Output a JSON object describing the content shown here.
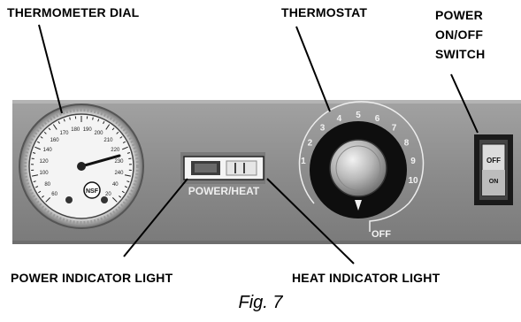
{
  "labels": {
    "thermometer_dial": "THERMOMETER DIAL",
    "thermostat": "THERMOSTAT",
    "power_switch_line1": "POWER",
    "power_switch_line2": "ON/OFF",
    "power_switch_line3": "SWITCH",
    "power_indicator_light": "POWER INDICATOR LIGHT",
    "heat_indicator_light": "HEAT INDICATOR LIGHT"
  },
  "caption": "Fig. 7",
  "panel": {
    "indicator_text": "POWER/HEAT",
    "switch_off": "OFF",
    "switch_on": "ON",
    "thermostat_off": "OFF",
    "thermostat_scale": [
      "1",
      "2",
      "3",
      "4",
      "5",
      "6",
      "7",
      "8",
      "9",
      "10"
    ],
    "dial_scale": [
      "60",
      "80",
      "100",
      "120",
      "140",
      "160",
      "170",
      "180",
      "190",
      "200",
      "210",
      "220",
      "230",
      "240",
      "40",
      "20"
    ],
    "dial_brand": "NSF"
  },
  "colors": {
    "panel": "#8e8e8e",
    "panel_dark": "#5a5a5a",
    "background": "#ffffff"
  }
}
